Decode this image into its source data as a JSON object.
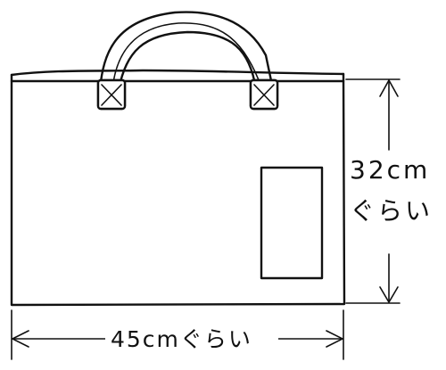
{
  "diagram": {
    "subject": "tote-bag-with-pocket",
    "height_dimension": {
      "line1": "32cm",
      "line2": "ぐらい"
    },
    "width_dimension": {
      "label": "45cmぐらい"
    }
  }
}
